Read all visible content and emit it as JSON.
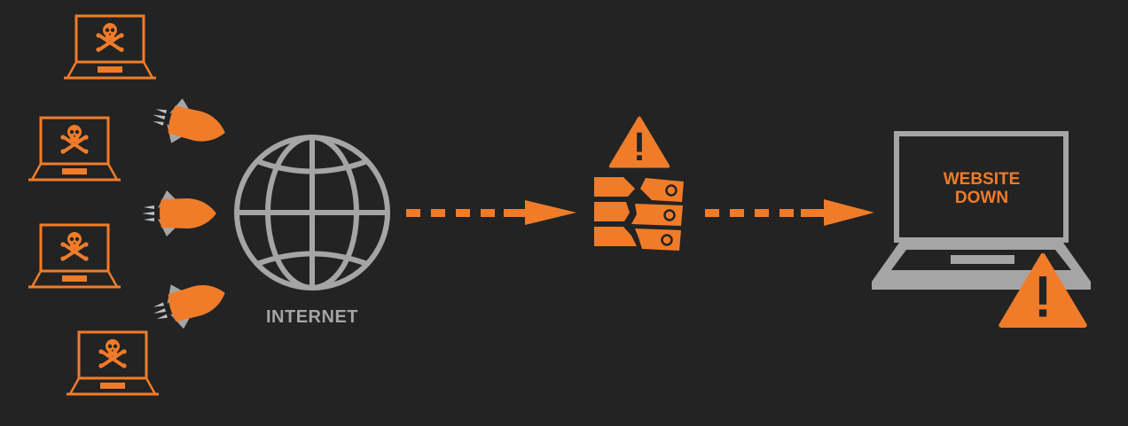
{
  "internet": {
    "label": "INTERNET"
  },
  "target": {
    "line1": "WEBSITE",
    "line2": "DOWN"
  },
  "colors": {
    "background": "#232323",
    "accent": "#f07c2a",
    "gray": "#a5a5a5"
  },
  "icons": {
    "attackers": [
      "laptop-skull-icon",
      "laptop-skull-icon",
      "laptop-skull-icon",
      "laptop-skull-icon"
    ],
    "rockets": [
      "rocket-icon",
      "rocket-icon",
      "rocket-icon"
    ],
    "globe": "globe-icon",
    "server": "broken-server-icon",
    "warnings": [
      "warning-triangle-icon",
      "warning-triangle-icon"
    ],
    "target_laptop": "laptop-icon"
  }
}
